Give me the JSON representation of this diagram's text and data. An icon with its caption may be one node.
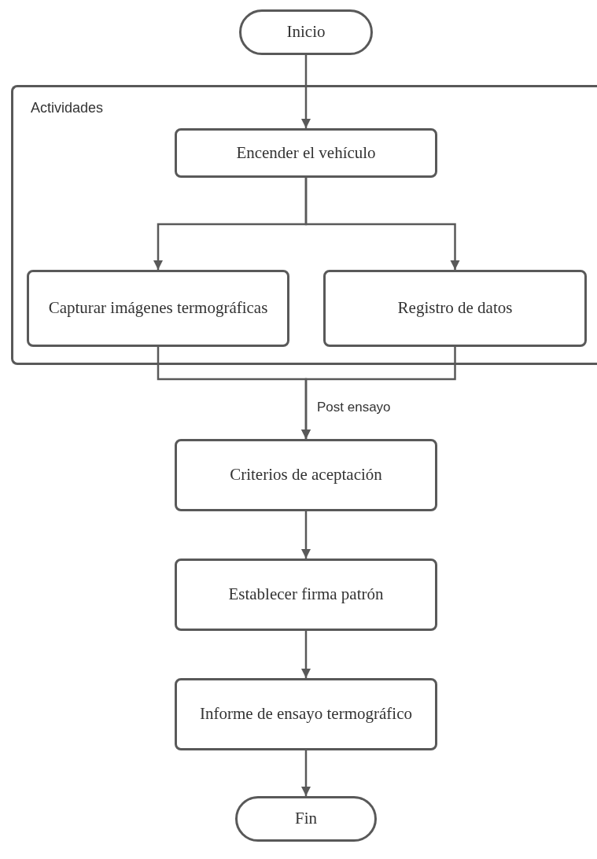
{
  "diagram": {
    "nodes": [
      {
        "text": [
          "Inicio"
        ]
      },
      {
        "text": [
          "Actividades"
        ]
      },
      {
        "text": [
          "Encender el vehículo"
        ],
        "in": 1
      },
      {
        "text": [
          "Capturar imágenes termográficas"
        ],
        "in": 1
      },
      {
        "text": [
          "Registro de datos"
        ],
        "in": 1
      },
      {
        "text": [
          "Criterios de aceptación"
        ]
      },
      {
        "text": [
          "Establecer firma patrón"
        ]
      },
      {
        "text": [
          "Informe de ensayo termográfico"
        ]
      },
      {
        "text": [
          "Fin"
        ]
      }
    ],
    "edges": [
      {
        "from": 0,
        "to": 2,
        "arrow": "to"
      },
      {
        "from": 2,
        "to": 3,
        "arrow": "to"
      },
      {
        "from": 2,
        "to": 4,
        "arrow": "to"
      },
      {
        "from": 3,
        "to": 5,
        "arrow": "to",
        "label": "Post ensayo"
      },
      {
        "from": 4,
        "to": 5,
        "arrow": "to"
      },
      {
        "from": 5,
        "to": 6,
        "arrow": "to"
      },
      {
        "from": 6,
        "to": 7,
        "arrow": "to"
      },
      {
        "from": 7,
        "to": 8,
        "arrow": "to"
      }
    ]
  }
}
